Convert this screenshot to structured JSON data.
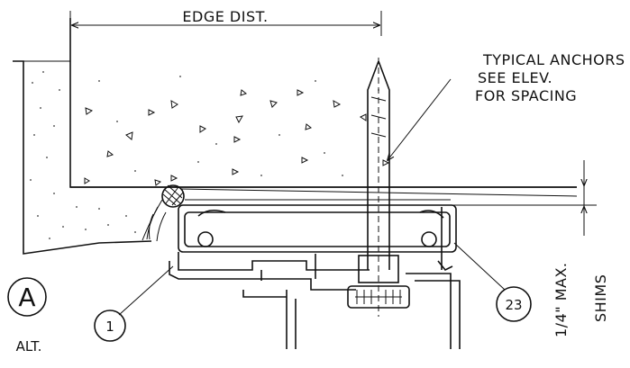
{
  "labels": {
    "edge_dist": "EDGE DIST.",
    "anchors_line1": "TYPICAL ANCHORS",
    "anchors_line2": "SEE ELEV.",
    "anchors_line3": "FOR SPACING",
    "shims_dim": "1/4\" MAX.",
    "shims": "SHIMS",
    "detail_letter": "A",
    "alt": "ALT.",
    "callout_1": "1",
    "callout_23": "23"
  }
}
